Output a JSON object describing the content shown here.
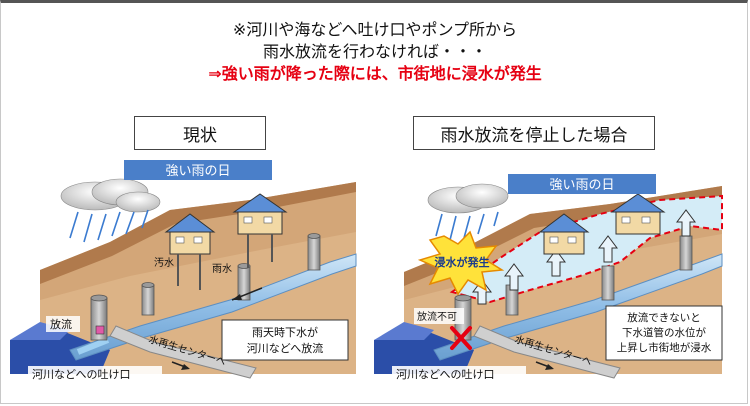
{
  "header": {
    "line1": "※河川や海などへ吐け口やポンプ所から",
    "line2": "雨水放流を行わなければ・・・",
    "line3": "⇒強い雨が降った際には、市街地に浸水が発生"
  },
  "left_panel": {
    "title": "現状",
    "banner": "強い雨の日",
    "label_sewage": "汚水",
    "label_rain": "雨水",
    "label_discharge": "放流",
    "label_callout_1": "雨天時下水が",
    "label_callout_2": "河川などへ放流",
    "label_plant": "水再生センターへ",
    "label_outlet": "河川などへの吐け口"
  },
  "right_panel": {
    "title": "雨水放流を停止した場合",
    "banner": "強い雨の日",
    "burst": "浸水が発生",
    "label_no_discharge": "放流不可",
    "label_callout_1": "放流できないと",
    "label_callout_2": "下水道管の水位が",
    "label_callout_3": "上昇し市街地が浸水",
    "label_plant": "水再生センターへ",
    "label_outlet": "河川などへの吐け口"
  },
  "colors": {
    "warning_red": "#e60012",
    "banner_blue": "#4a7fc9",
    "pipe_blue": "#8fbde6",
    "ground_brown": "#c89a6a",
    "flood_blue": "#d4ecf7"
  }
}
